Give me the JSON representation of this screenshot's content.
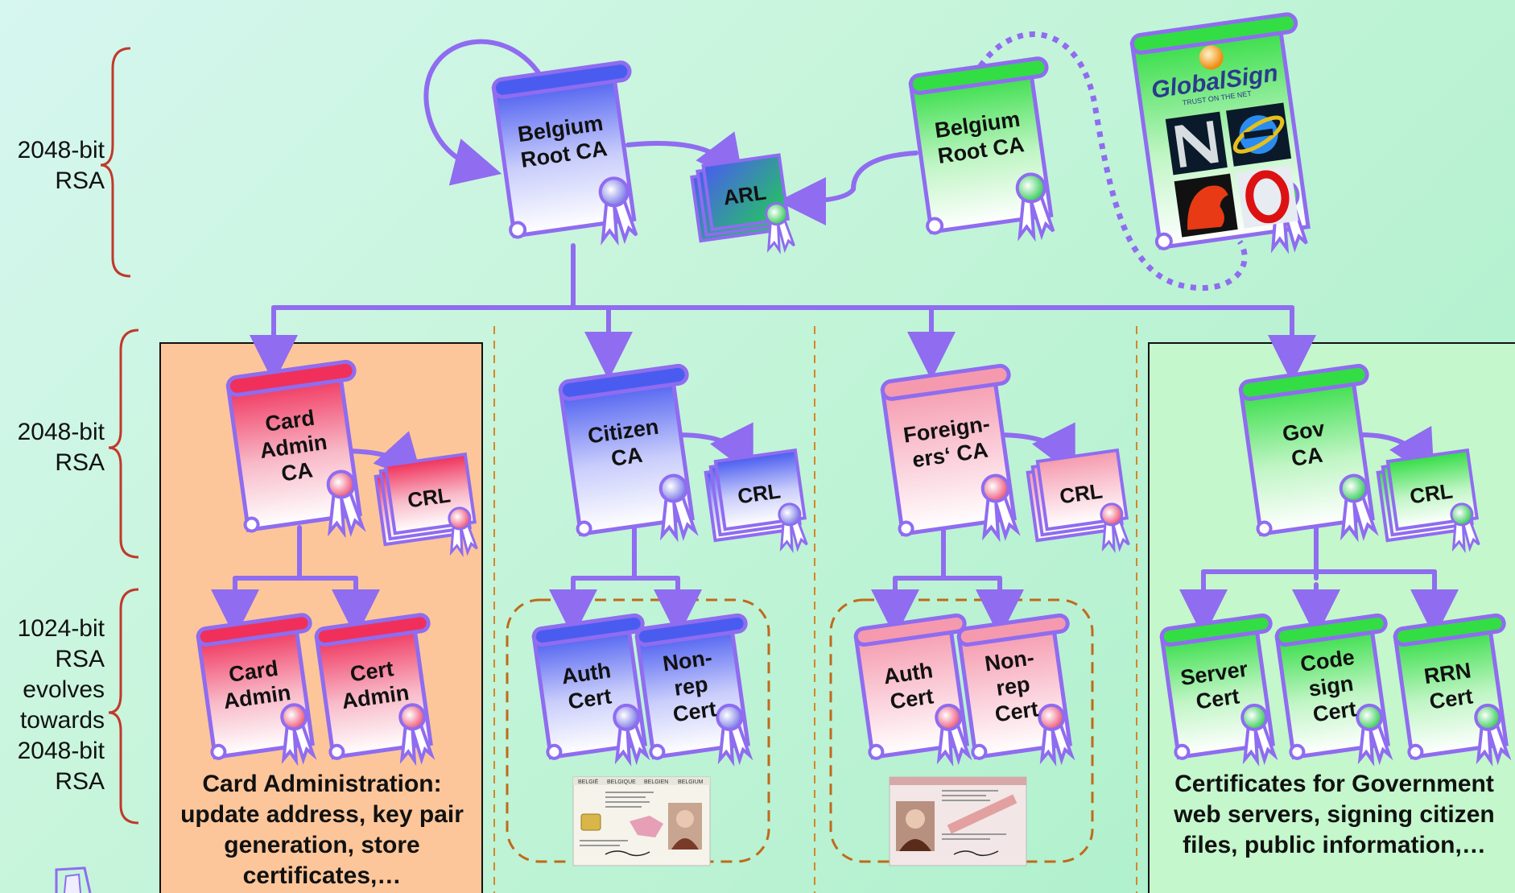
{
  "left_labels": {
    "root": [
      "2048-bit",
      "RSA"
    ],
    "intermediate": [
      "2048-bit",
      "RSA"
    ],
    "leaf": [
      "1024-bit",
      "RSA",
      "evolves",
      "towards",
      "2048-bit",
      "RSA"
    ]
  },
  "root": {
    "belgium_root_ca": [
      "Belgium",
      "Root CA"
    ],
    "belgium_root_ca_cross": [
      "Belgium",
      "Root CA"
    ],
    "arl": "ARL",
    "globalsign_logo": "GlobalSign",
    "globalsign_tagline": "TRUST ON THE NET"
  },
  "cas": {
    "card_admin": [
      "Card",
      "Admin",
      "CA"
    ],
    "citizen": [
      "Citizen",
      "CA"
    ],
    "foreigners": [
      "Foreign-",
      "ers‘ CA"
    ],
    "gov": [
      "Gov",
      "CA"
    ]
  },
  "crl_label": "CRL",
  "leaves": {
    "card_admin": [
      "Card",
      "Admin"
    ],
    "cert_admin": [
      "Cert",
      "Admin"
    ],
    "citizen_auth": [
      "Auth",
      "Cert"
    ],
    "citizen_nonrep": [
      "Non-",
      "rep",
      "Cert"
    ],
    "foreign_auth": [
      "Auth",
      "Cert"
    ],
    "foreign_nonrep": [
      "Non-",
      "rep",
      "Cert"
    ],
    "server": [
      "Server",
      "Cert"
    ],
    "code_sign": [
      "Code",
      "sign",
      "Cert"
    ],
    "rrn": [
      "RRN",
      "Cert"
    ]
  },
  "panels": {
    "card_admin_text": "Card Administration: update address, key pair generation, store certificates,…",
    "gov_text": "Certificates for Government web servers, signing citizen files, public information,…"
  },
  "id_card_header": [
    "BELGIË",
    "BELGIQUE",
    "BELGIEN",
    "BELGIUM"
  ],
  "colors": {
    "connector": "#8f6cf0",
    "brace": "#c0392b",
    "panel_orange": "#fdc69a",
    "panel_green": "#c4f7cc",
    "dashed_divider": "#d4862a",
    "blue_band": "#4a5cf0",
    "green_band": "#33dd44",
    "red_band": "#f0305a",
    "pink_band": "#f59aae"
  }
}
